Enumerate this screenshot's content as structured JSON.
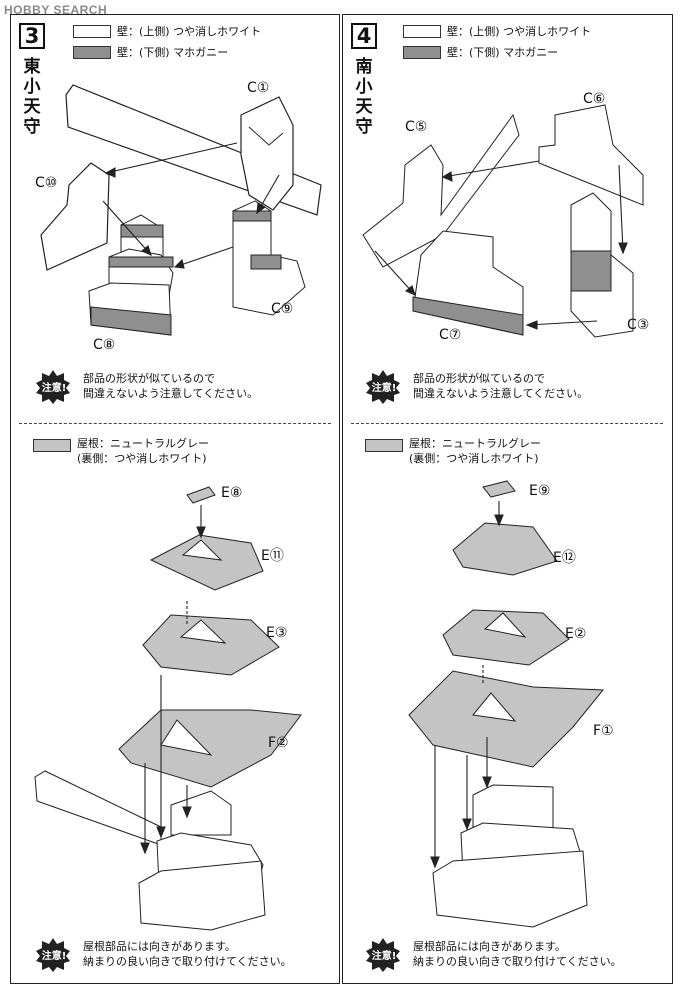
{
  "watermark": "HOBBY SEARCH",
  "steps": [
    {
      "number": "3",
      "title_chars": [
        "東",
        "小",
        "天",
        "守"
      ],
      "legend_top": [
        {
          "label": "壁：(上側) つや消しホワイト",
          "color": "#ffffff"
        },
        {
          "label": "壁：(下側) マホガニー",
          "color": "#8f8f8f"
        }
      ],
      "parts_top": [
        "C①",
        "C⑩",
        "C⑨",
        "C⑧"
      ],
      "note_badge": "注意!",
      "note_top": [
        "部品の形状が似ているので",
        "間違えないよう注意してください。"
      ],
      "legend_bottom": [
        "屋根：ニュートラルグレー",
        "(裏側：つや消しホワイト)"
      ],
      "legend_bottom_color": "#c4c4c4",
      "parts_bottom": [
        "E⑧",
        "E⑪",
        "E③",
        "F②"
      ],
      "note_bottom": [
        "屋根部品には向きがあります。",
        "納まりの良い向きで取り付けてください。"
      ]
    },
    {
      "number": "4",
      "title_chars": [
        "南",
        "小",
        "天",
        "守"
      ],
      "legend_top": [
        {
          "label": "壁：(上側) つや消しホワイト",
          "color": "#ffffff"
        },
        {
          "label": "壁：(下側) マホガニー",
          "color": "#8f8f8f"
        }
      ],
      "parts_top": [
        "C⑥",
        "C⑤",
        "C⑦",
        "C③"
      ],
      "note_badge": "注意!",
      "note_top": [
        "部品の形状が似ているので",
        "間違えないよう注意してください。"
      ],
      "legend_bottom": [
        "屋根：ニュートラルグレー",
        "(裏側：つや消しホワイト)"
      ],
      "legend_bottom_color": "#c4c4c4",
      "parts_bottom": [
        "E⑨",
        "E⑫",
        "E②",
        "F①"
      ],
      "note_bottom": [
        "屋根部品には向きがあります。",
        "納まりの良い向きで取り付けてください。"
      ]
    }
  ]
}
